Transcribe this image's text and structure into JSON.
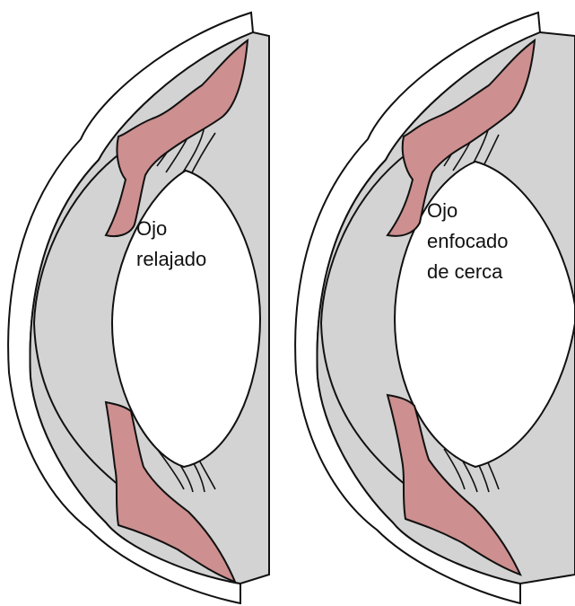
{
  "panels": [
    {
      "id": "relaxed",
      "label_lines": [
        "Ojo",
        "relajado"
      ]
    },
    {
      "id": "near",
      "label_lines": [
        "Ojo",
        "enfocado",
        "de cerca"
      ]
    }
  ],
  "colors": {
    "background": "#ffffff",
    "outline": "#111111",
    "chamber_fill": "#d3d3d3",
    "lens_fill": "#ffffff",
    "ciliary_muscle_fill": "#cd8f8f",
    "cornea_fill": "#ffffff"
  }
}
